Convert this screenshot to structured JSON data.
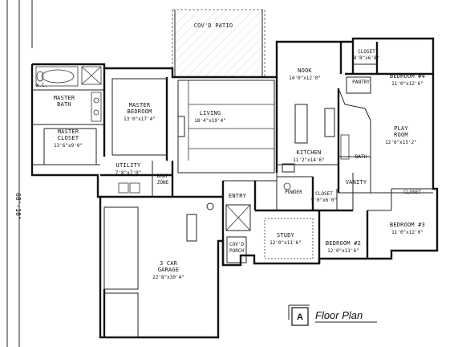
{
  "plan_title": "Floor Plan",
  "title_mark": "A",
  "side_dimension": "68'-10\"",
  "rooms": {
    "patio": {
      "name": "COV'D PATIO",
      "name2": "",
      "dims": ""
    },
    "nook": {
      "name": "NOOK",
      "name2": "",
      "dims": "14'0\"x12'0\""
    },
    "closet_b4": {
      "name": "CLOSET",
      "name2": "",
      "dims": "4'8\"x6'8\""
    },
    "bedroom4": {
      "name": "BEDROOM #4",
      "name2": "",
      "dims": "11'0\"x12'6\""
    },
    "pantry": {
      "name": "PANTRY",
      "name2": "",
      "dims": ""
    },
    "wc": {
      "name": "W.C.",
      "name2": "",
      "dims": ""
    },
    "master_bath": {
      "name": "MASTER",
      "name2": "BATH",
      "dims": ""
    },
    "master_bed": {
      "name": "MASTER",
      "name2": "BEDROOM",
      "dims": "13'0\"x17'4\""
    },
    "living": {
      "name": "LIVING",
      "name2": "",
      "dims": "18'4\"x19'4\""
    },
    "master_closet": {
      "name": "MASTER",
      "name2": "CLOSET",
      "dims": "13'6\"x9'0\""
    },
    "playroom": {
      "name": "PLAY",
      "name2": "ROOM",
      "dims": "12'6\"x15'2\""
    },
    "kitchen": {
      "name": "KITCHEN",
      "name2": "",
      "dims": "11'2\"x14'6\""
    },
    "bath": {
      "name": "BATH",
      "name2": "",
      "dims": ""
    },
    "utility": {
      "name": "UTILITY",
      "name2": "",
      "dims": "7'8\"x7'0\""
    },
    "drop_zone": {
      "name": "DROP",
      "name2": "ZONE",
      "dims": ""
    },
    "vanity": {
      "name": "VANITY",
      "name2": "",
      "dims": ""
    },
    "powder": {
      "name": "POWDER",
      "name2": "",
      "dims": ""
    },
    "entry": {
      "name": "ENTRY",
      "name2": "",
      "dims": ""
    },
    "closet_hall": {
      "name": "CLOSET",
      "name2": "",
      "dims": "5'0\"x6'0\""
    },
    "closet_b3": {
      "name": "CLOSET",
      "name2": "",
      "dims": ""
    },
    "bedroom3": {
      "name": "BEDROOM #3",
      "name2": "",
      "dims": "11'0\"x12'0\""
    },
    "study": {
      "name": "STUDY",
      "name2": "",
      "dims": "12'0\"x11'6\""
    },
    "bedroom2": {
      "name": "BEDROOM #2",
      "name2": "",
      "dims": "12'0\"x11'6\""
    },
    "porch": {
      "name": "COV'D",
      "name2": "PORCH",
      "dims": ""
    },
    "garage": {
      "name": "3 CAR",
      "name2": "GARAGE",
      "dims": "22'8\"x30'4\""
    }
  }
}
